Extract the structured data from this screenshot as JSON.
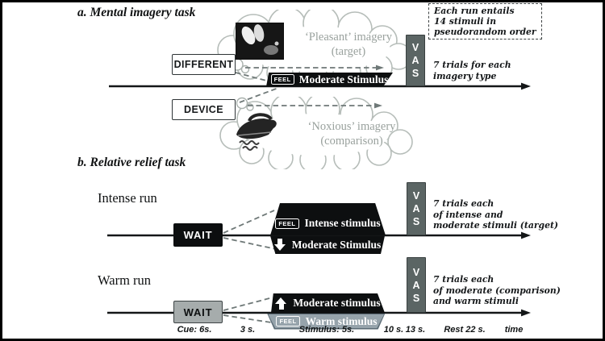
{
  "figure": {
    "section_a": {
      "title": "a. Mental imagery task",
      "different_box": "DIFFERENT",
      "device_box": "DEVICE",
      "pleasant_cloud_line1": "‘Pleasant’ imagery",
      "pleasant_cloud_line2": "(target)",
      "noxious_cloud_line1": "‘Noxious’ imagery",
      "noxious_cloud_line2": "(comparison)",
      "feel_badge": "FEEL",
      "stimulus_banner": "Moderate Stimulus",
      "note_box_lines": [
        "Each run entails",
        "14 stimuli in",
        "pseudorandom order"
      ],
      "trials_note_lines": [
        "7 trials for each",
        "imagery type"
      ]
    },
    "section_b": {
      "title": "b. Relative relief task",
      "intense": {
        "run_label": "Intense run",
        "wait_label": "WAIT",
        "feel_badge": "FEEL",
        "top_banner": "Intense stimulus",
        "bottom_banner": "Moderate Stimulus",
        "trials_note_lines": [
          "7 trials each",
          "of intense and",
          "moderate stimuli (target)"
        ]
      },
      "warm": {
        "run_label": "Warm run",
        "wait_label": "WAIT",
        "feel_badge": "FEEL",
        "top_banner": "Moderate stimulus",
        "bottom_banner": "Warm stimulus",
        "trials_note_lines": [
          "7 trials each",
          "of moderate (comparison)",
          "and warm stimuli"
        ]
      }
    },
    "vas_label_letters": [
      "V",
      "A",
      "S"
    ],
    "axis_labels": [
      "Cue: 6s.",
      "3 s.",
      "Stimulus: 5s.",
      "10 s.",
      "13 s.",
      "Rest 22 s.",
      "time"
    ],
    "icons": {
      "down_arrow": "block-down-arrow",
      "up_arrow": "block-up-arrow",
      "pleasant_photo": "pleasant-touch-photo",
      "noxious_image": "steam-iron-drawing",
      "cloud": "thought-bubble-cloud"
    },
    "colors": {
      "black_banner": "#0d0f10",
      "vas_bar": "#5b6564",
      "warm_banner": "#96a3ab",
      "wait_gray_box": "#a6acac",
      "cloud_text": "#99a19d",
      "dashed_connector": "#6e7877"
    }
  }
}
